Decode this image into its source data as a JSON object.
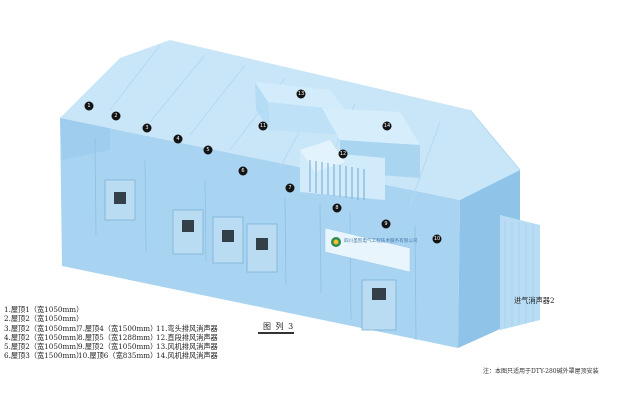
{
  "figure_title": "图 列 3",
  "note": "注：本图只适用于DTY-280碱外罩屋顶安装",
  "inlet_silencer_label": "进气消声器2",
  "company_logo_text": "四川圣凯电气工程技术服务有限公司",
  "colors": {
    "housing_light": "#c9e6f8",
    "housing_mid": "#a8d4f2",
    "housing_dark": "#8fc3e8",
    "marker": "#141414"
  },
  "legend": {
    "col1": [
      "1.屋顶1（宽1050mm）",
      "2.屋顶2（宽1050mm）",
      "3.屋顶2（宽1050mm）",
      "4.屋顶2（宽1050mm）",
      "5.屋顶2（宽1050mm）",
      "6.屋顶3（宽1500mm）"
    ],
    "col2": [
      "7.屋顶4（宽1500mm）",
      "8.屋顶5（宽1288mm）",
      "9.屋顶2（宽1050mm）",
      "10.屋顶6（宽835mm）"
    ],
    "col3": [
      "11.弯头排风消声器",
      "12.直段排风消声器",
      "13.风机排风消声器",
      "14.风机排风消声器"
    ]
  },
  "markers": [
    "1",
    "2",
    "3",
    "4",
    "5",
    "6",
    "7",
    "8",
    "9",
    "10",
    "11",
    "12",
    "13",
    "14"
  ]
}
